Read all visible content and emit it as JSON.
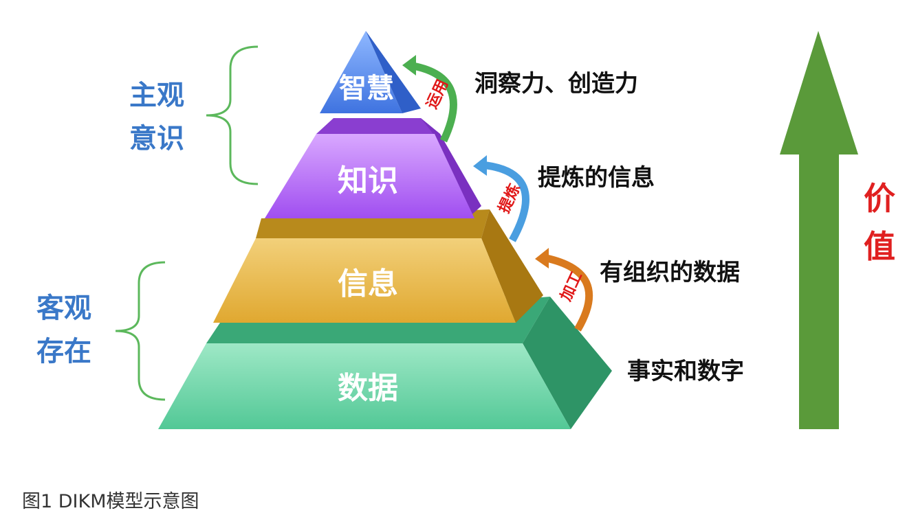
{
  "layers": [
    {
      "label": "智慧",
      "description": "洞察力、创造力",
      "color": "#5b8ff0"
    },
    {
      "label": "知识",
      "description": "提炼的信息",
      "color": "#b066f0"
    },
    {
      "label": "信息",
      "description": "有组织的数据",
      "color": "#e8b84a"
    },
    {
      "label": "数据",
      "description": "事实和数字",
      "color": "#6fd6a8"
    }
  ],
  "transitions": [
    {
      "label": "运用",
      "color": "#4caf50"
    },
    {
      "label": "提炼",
      "color": "#4a9ee0"
    },
    {
      "label": "加工",
      "color": "#d97a1e"
    }
  ],
  "groups": [
    {
      "line1": "主观",
      "line2": "意识"
    },
    {
      "line1": "客观",
      "line2": "存在"
    }
  ],
  "value_axis": {
    "line1": "价",
    "line2": "值",
    "arrow_color": "#5a9a3a",
    "text_color": "#e02020"
  },
  "caption": "图1 DIKM模型示意图"
}
